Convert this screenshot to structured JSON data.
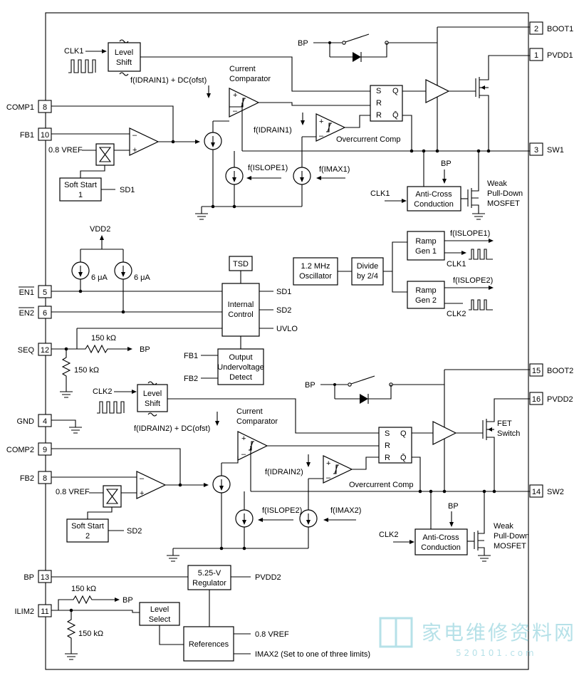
{
  "pins_left": [
    {
      "num": "8",
      "label": "COMP1"
    },
    {
      "num": "10",
      "label": "FB1"
    },
    {
      "num": "5",
      "label": "EN1"
    },
    {
      "num": "6",
      "label": "EN2"
    },
    {
      "num": "12",
      "label": "SEQ"
    },
    {
      "num": "4",
      "label": "GND"
    },
    {
      "num": "9",
      "label": "COMP2"
    },
    {
      "num": "8",
      "label": "FB2"
    },
    {
      "num": "13",
      "label": "BP"
    },
    {
      "num": "11",
      "label": "ILIM2"
    }
  ],
  "pins_right": [
    {
      "num": "2",
      "label": "BOOT1"
    },
    {
      "num": "1",
      "label": "PVDD1"
    },
    {
      "num": "3",
      "label": "SW1"
    },
    {
      "num": "15",
      "label": "BOOT2"
    },
    {
      "num": "16",
      "label": "PVDD2"
    },
    {
      "num": "14",
      "label": "SW2"
    }
  ],
  "ch1": {
    "clk": "CLK1",
    "level_shift": [
      "Level",
      "Shift"
    ],
    "drain_expr": "f(IDRAIN1) + DC(ofst)",
    "current_comp": [
      "Current",
      "Comparator"
    ],
    "bp": "BP",
    "sr": [
      "S",
      "Q",
      "R",
      "R",
      "Q̄"
    ],
    "overcurrent": "Overcurrent Comp",
    "f_drain": "f(IDRAIN1)",
    "f_slope": "f(ISLOPE1)",
    "f_max": "f(IMAX1)",
    "vref": "0.8 VREF",
    "soft_start": [
      "Soft Start",
      "1"
    ],
    "sd": "SD1",
    "anti_cross": [
      "Anti-Cross",
      "Conduction"
    ],
    "weak": [
      "Weak",
      "Pull-Down",
      "MOSFET"
    ],
    "clk_in": "CLK1"
  },
  "middle": {
    "vdd2": "VDD2",
    "current_a": "6 μA",
    "current_b": "6 μA",
    "tsd": "TSD",
    "internal_control": [
      "Internal",
      "Control"
    ],
    "ctrl_outputs": [
      "SD1",
      "SD2",
      "UVLO"
    ],
    "res_top": "150 kΩ",
    "res_bp": "BP",
    "res_bottom": "150 kΩ",
    "uv_inputs": [
      "FB1",
      "FB2"
    ],
    "output_uv": [
      "Output",
      "Undervoltage",
      "Detect"
    ],
    "oscillator": [
      "1.2 MHz",
      "Oscillator"
    ],
    "divide": [
      "Divide",
      "by 2/4"
    ],
    "ramp1": [
      "Ramp",
      "Gen 1"
    ],
    "ramp1_out": "f(ISLOPE1)",
    "ramp1_clk": "CLK1",
    "ramp2": [
      "Ramp",
      "Gen 2"
    ],
    "ramp2_out": "f(ISLOPE2)",
    "ramp2_clk": "CLK2"
  },
  "ch2": {
    "clk": "CLK2",
    "level_shift": [
      "Level",
      "Shift"
    ],
    "drain_expr": "f(IDRAIN2) + DC(ofst)",
    "current_comp": [
      "Current",
      "Comparator"
    ],
    "bp": "BP",
    "sr": [
      "S",
      "Q",
      "R",
      "R",
      "Q̄"
    ],
    "overcurrent": "Overcurrent Comp",
    "f_drain": "f(IDRAIN2)",
    "f_slope": "f(ISLOPE2)",
    "f_max": "f(IMAX2)",
    "vref": "0.8 VREF",
    "soft_start": [
      "Soft Start",
      "2"
    ],
    "sd": "SD2",
    "anti_cross": [
      "Anti-Cross",
      "Conduction"
    ],
    "weak": [
      "Weak",
      "Pull-Down",
      "MOSFET"
    ],
    "clk_in": "CLK2",
    "fet": [
      "FET",
      "Switch"
    ]
  },
  "bottom": {
    "regulator": [
      "5.25-V",
      "Regulator"
    ],
    "reg_out": "PVDD2",
    "res_top": "150 kΩ",
    "res_bp": "BP",
    "res_bottom": "150 kΩ",
    "level_select": [
      "Level",
      "Select"
    ],
    "references": "References",
    "ref_vref": "0.8 VREF",
    "ref_imax": "IMAX2 (Set to one of three limits)"
  },
  "watermark": {
    "cn": "家电维修资料网",
    "url": "5 2 0 1 0 1 . c o m",
    "color": "#7cc9d6"
  }
}
